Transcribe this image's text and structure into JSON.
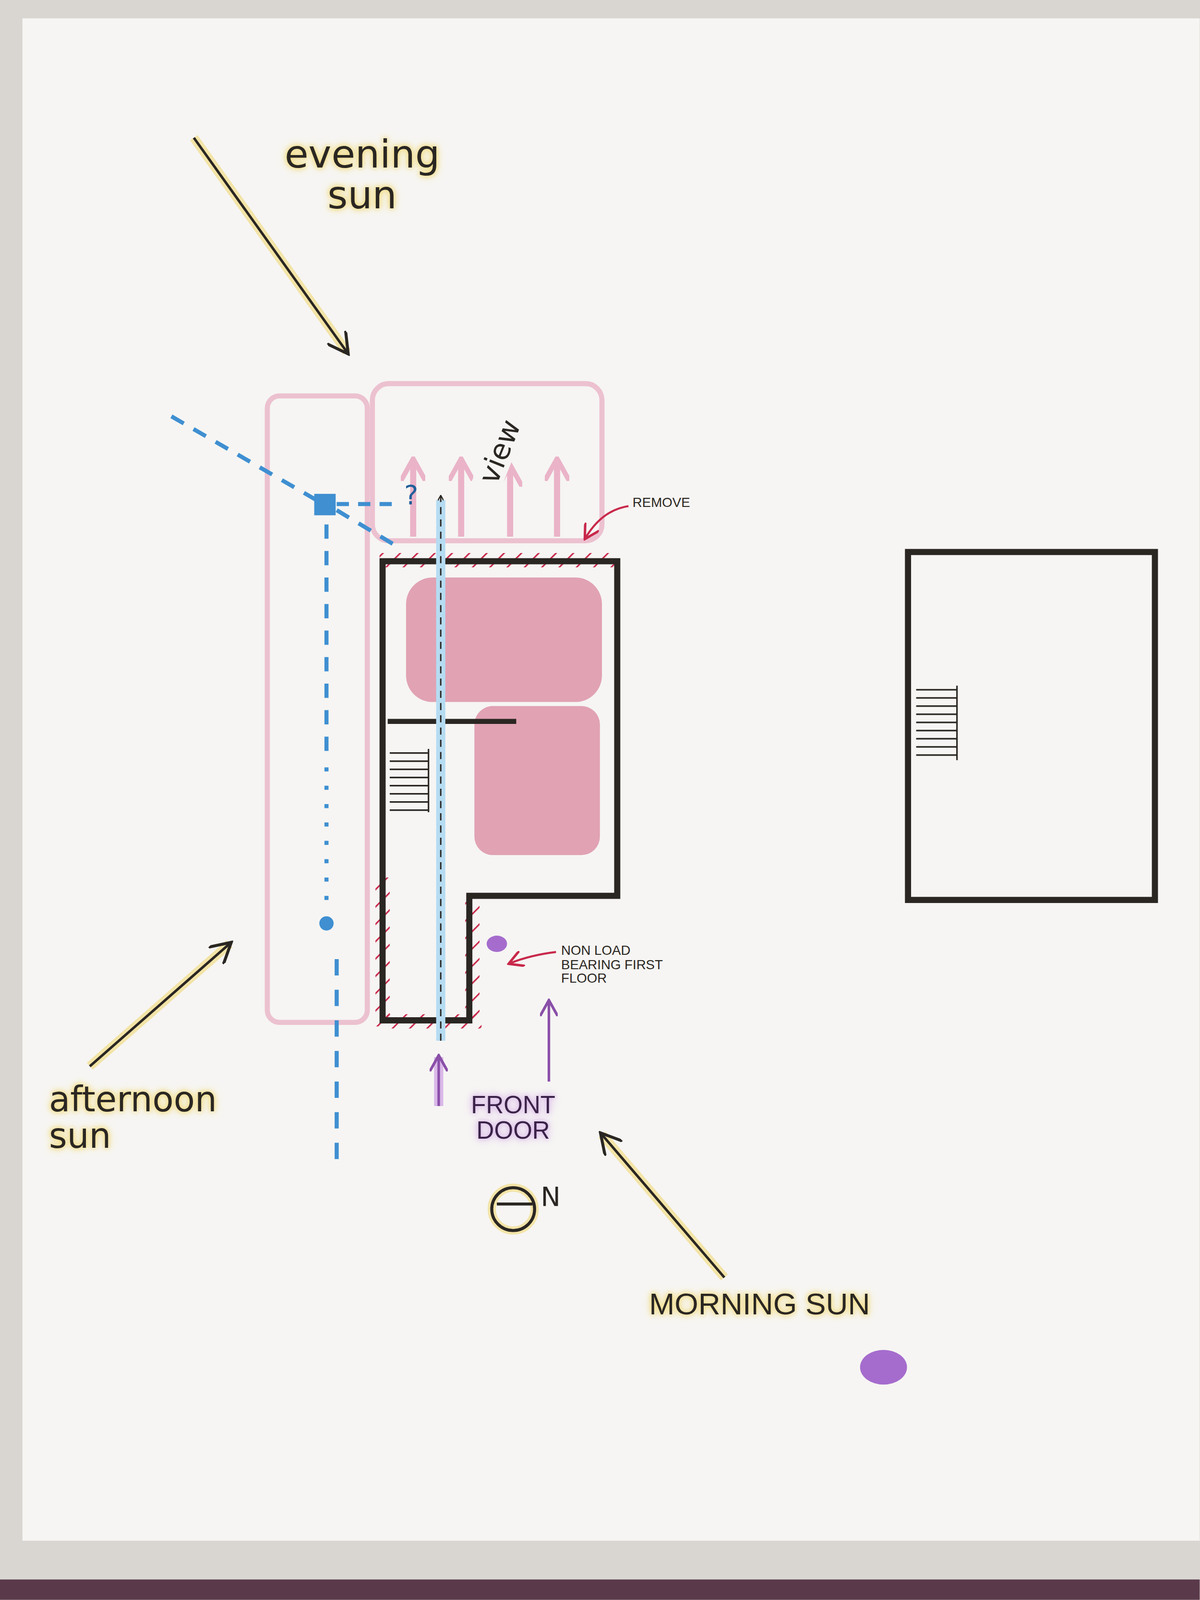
{
  "diagram": {
    "labels": [
      "evening sun",
      "view",
      "?",
      "REMOVE",
      "NON LOAD BEARING FIRST FLOOR",
      "afternoon sun",
      "FRONT DOOR",
      "N",
      "MORNING SUN"
    ]
  }
}
